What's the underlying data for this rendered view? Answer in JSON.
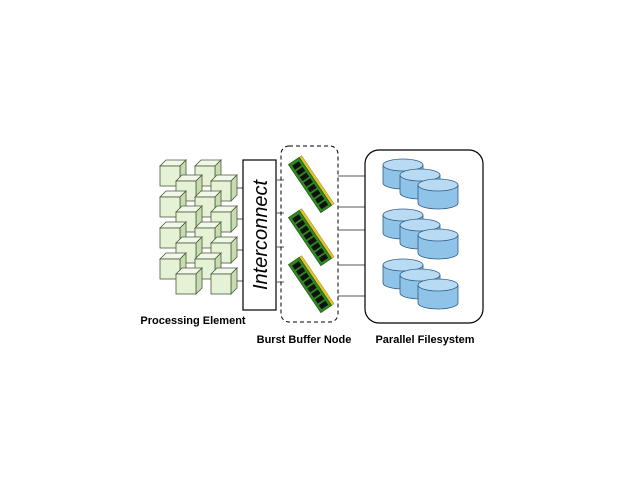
{
  "diagram": {
    "interconnect_label": "Interconnect",
    "processing_element_label": "Processing Element",
    "burst_buffer_label": "Burst Buffer Node",
    "parallel_fs_label": "Parallel Filesystem",
    "colors": {
      "cube_face": "#e6f2d6",
      "cube_side": "#c8dcb2",
      "cube_top": "#f1f8e8",
      "cube_edge": "#4a5a3a",
      "disk_fill": "#8fc3e8",
      "disk_top": "#b8dbf3",
      "disk_edge": "#2f5f86",
      "ram_pcb": "#2e8b1f",
      "ram_chip": "#111111",
      "ram_gold": "#e2c32a",
      "line": "#555555"
    }
  }
}
